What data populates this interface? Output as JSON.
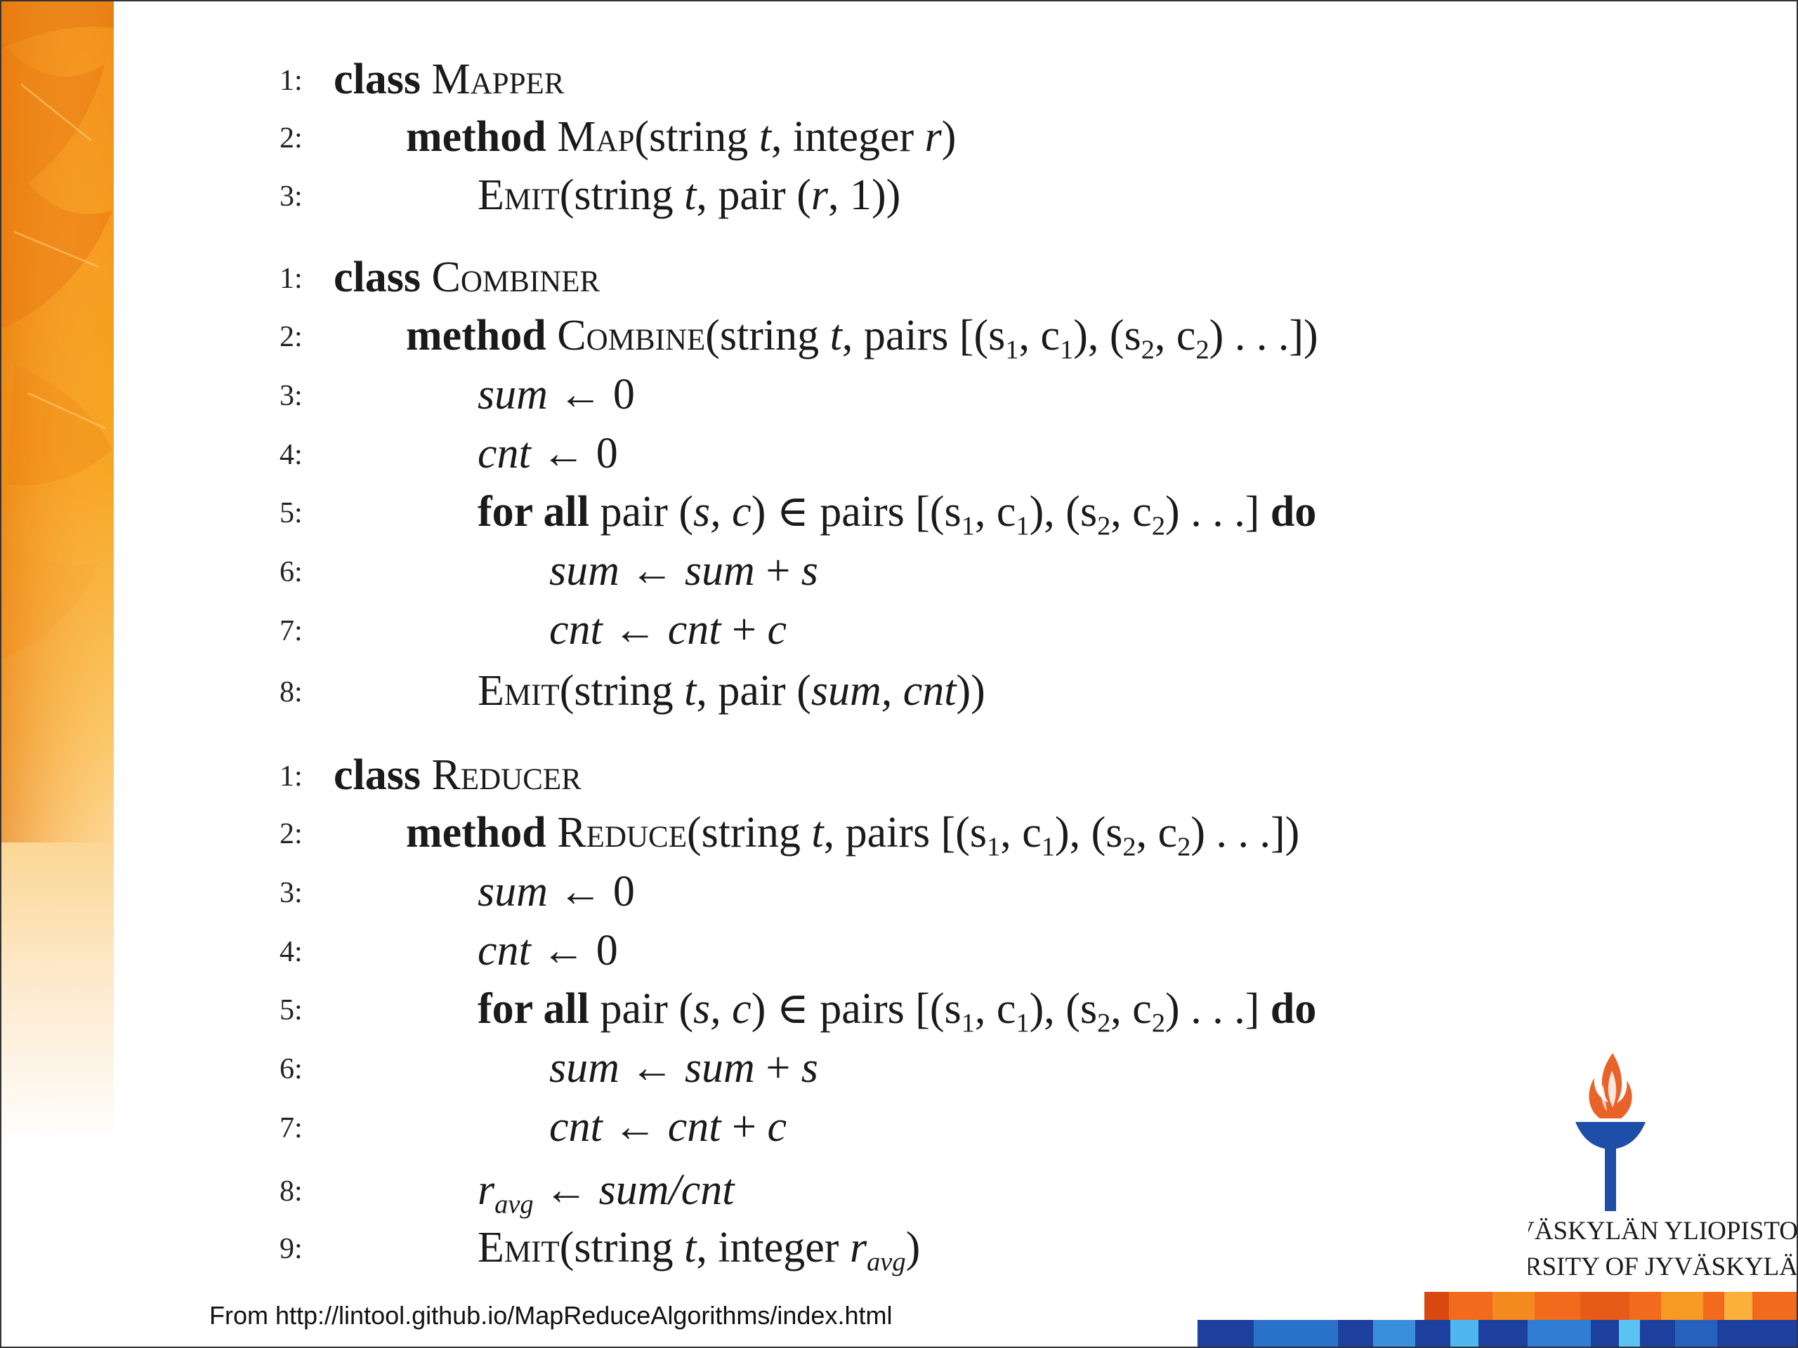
{
  "slide": {
    "mapper": {
      "lines": [
        {
          "n": "1:",
          "a": "class",
          "b": "Mapper"
        },
        {
          "n": "2:",
          "a": "method",
          "b": "Map",
          "c": "(string ",
          "d": "t",
          "e": ", integer ",
          "f": "r",
          "g": ")"
        },
        {
          "n": "3:",
          "a": "Emit",
          "b": "(string ",
          "c": "t",
          "d": ", pair (",
          "e": "r",
          "f": ", 1))"
        }
      ]
    },
    "combiner": {
      "lines": [
        {
          "n": "1:",
          "a": "class",
          "b": "Combiner"
        },
        {
          "n": "2:",
          "a": "method",
          "b": "Combine",
          "c": "(string ",
          "d": "t",
          "e": ", pairs [(s",
          "s1": "1",
          "f": ", c",
          "c1": "1",
          "g": "), (s",
          "s2": "2",
          "h": ", c",
          "c2": "2",
          "i": ") . . .])"
        },
        {
          "n": "3:",
          "a": "sum",
          "b": " ← 0"
        },
        {
          "n": "4:",
          "a": "cnt",
          "b": " ← 0"
        },
        {
          "n": "5:",
          "a": "for all",
          "b": " pair (",
          "c": "s, c",
          "d": ") ∈ pairs [(s",
          "s1": "1",
          "e": ", c",
          "c1": "1",
          "f": "), (s",
          "s2": "2",
          "g": ", c",
          "c2": "2",
          "h": ") . . .] ",
          "i": "do"
        },
        {
          "n": "6:",
          "a": "sum",
          "b": " ← ",
          "c": "sum",
          "d": " + ",
          "e": "s"
        },
        {
          "n": "7:",
          "a": "cnt",
          "b": " ← ",
          "c": "cnt",
          "d": " + ",
          "e": "c"
        },
        {
          "n": "8:",
          "a": "Emit",
          "b": "(string ",
          "c": "t",
          "d": ", pair (",
          "e": "sum, cnt",
          "f": "))"
        }
      ]
    },
    "reducer": {
      "lines": [
        {
          "n": "1:",
          "a": "class",
          "b": "Reducer"
        },
        {
          "n": "2:",
          "a": "method",
          "b": "Reduce",
          "c": "(string ",
          "d": "t",
          "e": ", pairs [(s",
          "s1": "1",
          "f": ", c",
          "c1": "1",
          "g": "), (s",
          "s2": "2",
          "h": ", c",
          "c2": "2",
          "i": ") . . .])"
        },
        {
          "n": "3:",
          "a": "sum",
          "b": " ← 0"
        },
        {
          "n": "4:",
          "a": "cnt",
          "b": " ← 0"
        },
        {
          "n": "5:",
          "a": "for all",
          "b": " pair (",
          "c": "s, c",
          "d": ") ∈ pairs [(s",
          "s1": "1",
          "e": ", c",
          "c1": "1",
          "f": "), (s",
          "s2": "2",
          "g": ", c",
          "c2": "2",
          "h": ") . . .] ",
          "i": "do"
        },
        {
          "n": "6:",
          "a": "sum",
          "b": " ← ",
          "c": "sum",
          "d": " + ",
          "e": "s"
        },
        {
          "n": "7:",
          "a": "cnt",
          "b": " ← ",
          "c": "cnt",
          "d": " + ",
          "e": "c"
        },
        {
          "n": "8:",
          "a": "r",
          "sub": "avg",
          "b": " ← ",
          "c": "sum/cnt"
        },
        {
          "n": "9:",
          "a": "Emit",
          "b": "(string ",
          "c": "t",
          "d": ", integer ",
          "e": "r",
          "sub": "avg",
          "f": ")"
        }
      ]
    },
    "source": "From http://lintool.github.io/MapReduceAlgorithms/index.html",
    "logo": {
      "line1": "JYVÄSKYLÄN YLIOPISTO",
      "line2": "UNIVERSITY OF JYVÄSKYLÄ",
      "icon": "torch-icon"
    },
    "colors": {
      "leaf_orange": "#f7931e",
      "torch_flame": "#e8622a",
      "torch_blue": "#1f4ea8",
      "text": "#1a1a1a"
    }
  }
}
